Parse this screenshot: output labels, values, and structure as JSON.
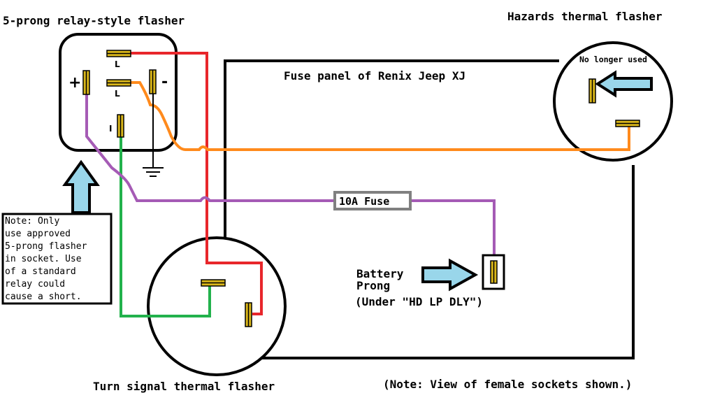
{
  "titles": {
    "relay_flasher": "5-prong relay-style flasher",
    "hazards_flasher": "Hazards thermal flasher",
    "fuse_panel": "Fuse panel of Renix Jeep XJ",
    "turn_signal_flasher": "Turn signal thermal flasher",
    "view_note": "(Note: View of female sockets shown.)"
  },
  "relay": {
    "pin_top": "L",
    "pin_mid": "L",
    "pin_plus": "+",
    "pin_minus": "-",
    "pin_i": "I"
  },
  "hazards": {
    "no_longer_used": "No longer used"
  },
  "fuse": {
    "label": "10A Fuse"
  },
  "battery": {
    "line1": "Battery",
    "line2": "Prong",
    "line3": "(Under \"HD LP DLY\")"
  },
  "note_box": {
    "lines": [
      "Note: Only",
      "use approved",
      "5-prong flasher",
      "in socket. Use",
      "of a standard",
      "relay could",
      "cause a short."
    ]
  },
  "colors": {
    "red_wire": "#e8262b",
    "orange_wire": "#ff8a1c",
    "green_wire": "#22b24c",
    "purple_wire": "#a55bb5",
    "prong": "#d9b61a",
    "arrow_fill": "#99d6ea"
  }
}
